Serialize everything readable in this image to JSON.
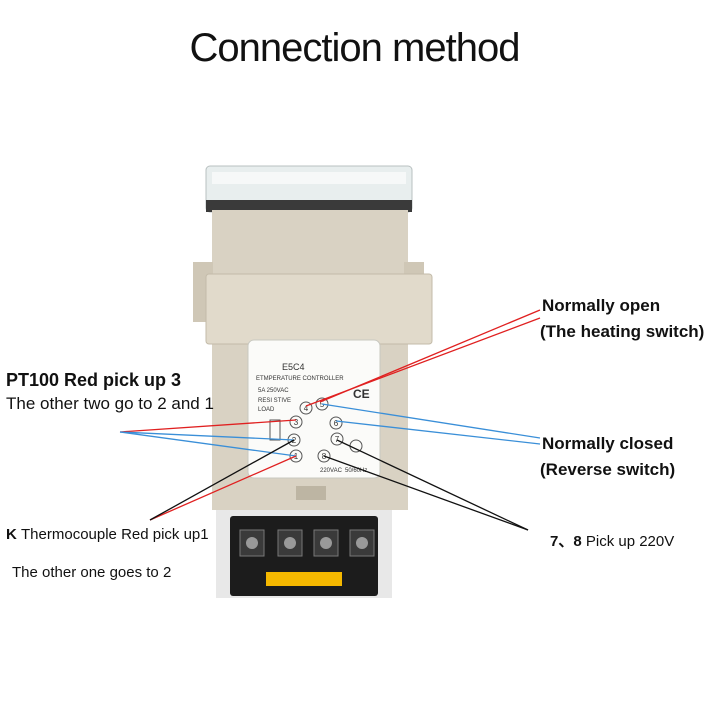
{
  "title": "Connection method",
  "device": {
    "model": "E5C4",
    "name": "ETMPERATURE CONTROLLER",
    "rating": "5A 250VAC",
    "load_line1": "RESI STIVE",
    "load_line2": "LOAD",
    "ce_mark": "CE",
    "power_text": "220VAC",
    "freq_text": "50/60Hz",
    "terminals": [
      "4",
      "5",
      "6",
      "3",
      "2",
      "7",
      "1",
      "8"
    ]
  },
  "labels": {
    "normally_open": "Normally open",
    "heating_switch": "(The heating switch)",
    "normally_closed": "Normally closed",
    "reverse_switch": "(Reverse switch)",
    "pt100_line1": "PT100 Red pick up 3",
    "pt100_line2": "The other two go to 2 and 1",
    "k_line1_prefix": "K",
    "k_line1": "Thermocouple Red pick up1",
    "k_line2": "The other one goes to 2",
    "power_prefix": "7、8",
    "power_text": "Pick up 220V"
  },
  "colors": {
    "red_line": "#e02020",
    "blue_line": "#3a8fd8",
    "black_line": "#111111",
    "housing": "#d8d0c0",
    "base": "#1a1a1a",
    "base_accent": "#f5b800"
  }
}
